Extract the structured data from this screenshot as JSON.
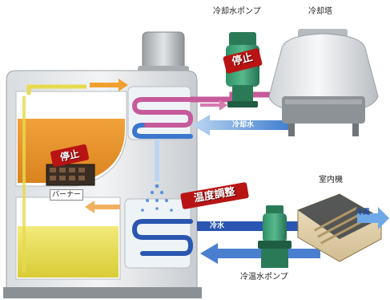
{
  "labels": {
    "cooling_water_pump": "冷却水ポンプ",
    "cooling_tower": "冷却塔",
    "burner": "バーナー",
    "indoor_unit": "室内機",
    "chilled_water_pump": "冷温水ポンプ",
    "stop_badge_pump": "停止",
    "stop_badge_burner": "停止",
    "temp_control_badge": "温度調整",
    "flow_cooling_water": "冷却水",
    "flow_chilled_water": "冷水",
    "flow_cold_air": "冷風"
  },
  "colors": {
    "stop_badge": "#b81414",
    "cooling_water": "#2e6cc2",
    "chilled_water": "#2a55b0",
    "warm_pipe": "#c65a9a",
    "hot_liquid": "#e8932c",
    "cool_liquid": "#e9dc55"
  }
}
